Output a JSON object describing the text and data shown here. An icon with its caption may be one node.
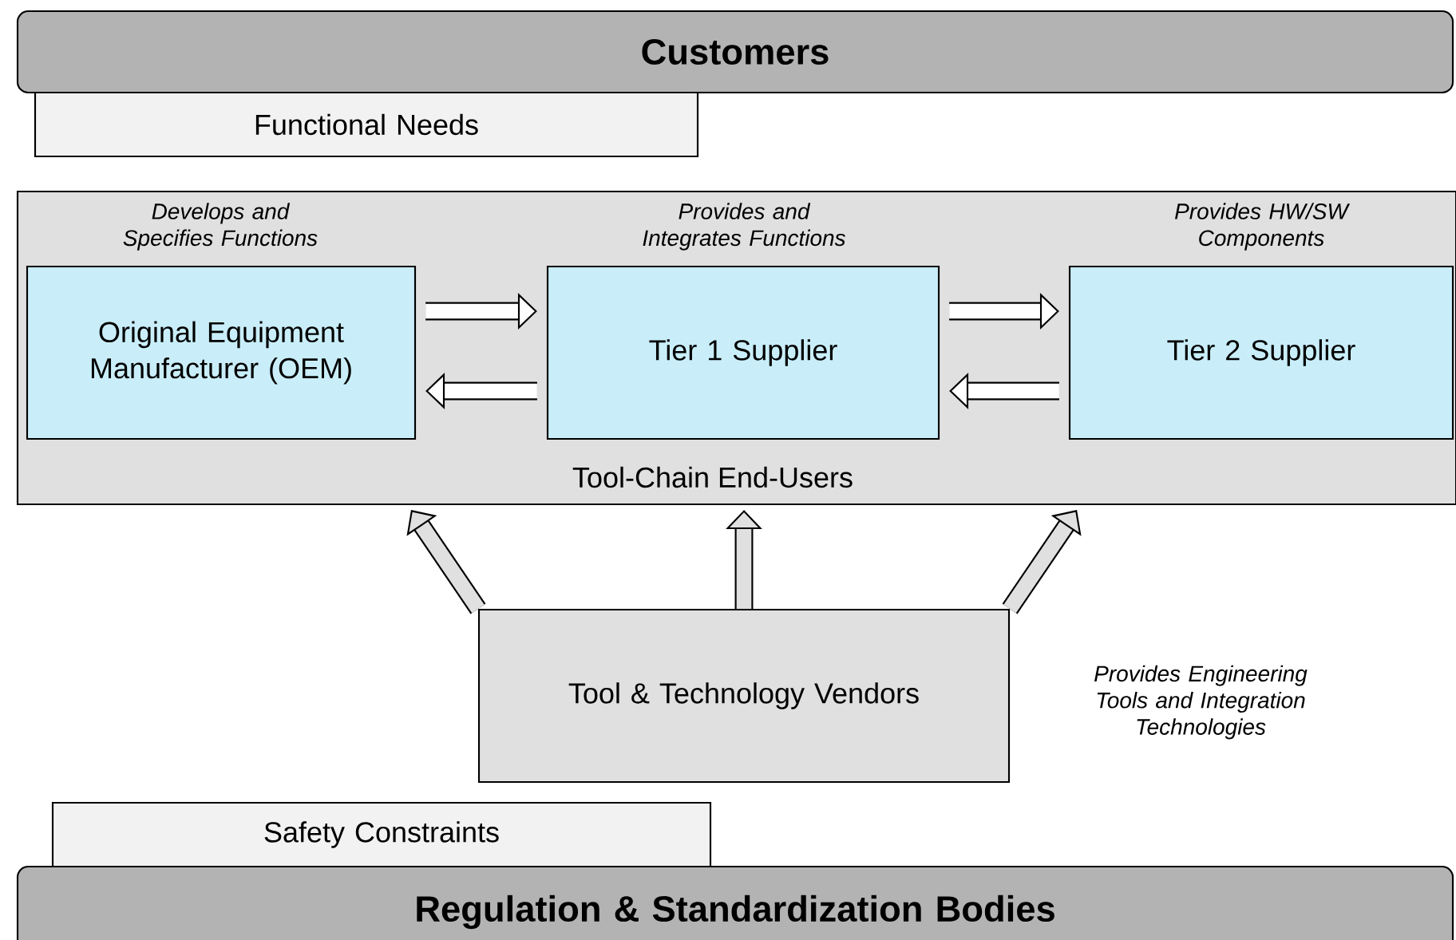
{
  "diagram": {
    "nodes": [
      {
        "text": [
          "Customers"
        ]
      },
      {
        "text": [
          "Functional Needs"
        ]
      },
      {
        "text": [
          "Tool-Chain End-Users"
        ]
      },
      {
        "text": [
          "Original Equipment Manufacturer (OEM)"
        ],
        "in": 2,
        "beside": [
          "Develops and Specifies Functions"
        ]
      },
      {
        "text": [
          "Tier 1 Supplier"
        ],
        "in": 2,
        "beside": [
          "Provides and Integrates Functions"
        ]
      },
      {
        "text": [
          "Tier 2 Supplier"
        ],
        "in": 2,
        "beside": [
          "Provides HW/SW Components"
        ]
      },
      {
        "text": [
          "Tool & Technology Vendors"
        ],
        "beside": [
          "Provides Engineering Tools and Integration Technologies"
        ]
      },
      {
        "text": [
          "Safety Constraints"
        ]
      },
      {
        "text": [
          "Regulation & Standardization Bodies"
        ]
      }
    ],
    "edges": [
      {
        "from": 3,
        "to": 4,
        "arrow": "to"
      },
      {
        "from": 4,
        "to": 3,
        "arrow": "to"
      },
      {
        "from": 4,
        "to": 5,
        "arrow": "to"
      },
      {
        "from": 5,
        "to": 4,
        "arrow": "to"
      },
      {
        "from": 6,
        "to": 2,
        "arrow": "to"
      },
      {
        "from": 6,
        "to": 2,
        "arrow": "to"
      },
      {
        "from": 6,
        "to": 2,
        "arrow": "to"
      }
    ]
  }
}
